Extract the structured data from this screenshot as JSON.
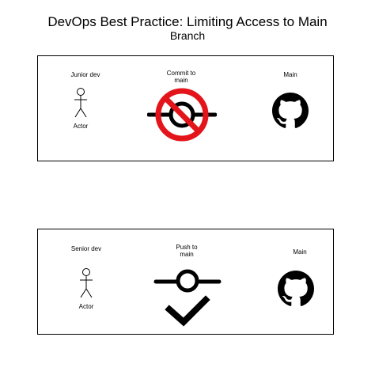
{
  "diagram": {
    "title": "DevOps Best Practice: Limiting Access to Main",
    "subtitle": "Branch",
    "panels": [
      {
        "id": "top",
        "actor_role": "Junior dev",
        "actor_label": "Actor",
        "action_line1": "Commit to",
        "action_line2": "main",
        "action_status": "prohibited",
        "action_icon": "commit-icon",
        "status_icon": "no-sign-icon",
        "target_label": "Main",
        "target_icon": "github-icon"
      },
      {
        "id": "bottom",
        "actor_role": "Senior dev",
        "actor_label": "Actor",
        "action_line1": "Push to",
        "action_line2": "main",
        "action_status": "allowed",
        "action_icon": "commit-icon",
        "status_icon": "checkmark-icon",
        "target_label": "Main",
        "target_icon": "github-icon"
      }
    ],
    "colors": {
      "prohibited": "#e3151a",
      "stroke": "#000000"
    }
  }
}
